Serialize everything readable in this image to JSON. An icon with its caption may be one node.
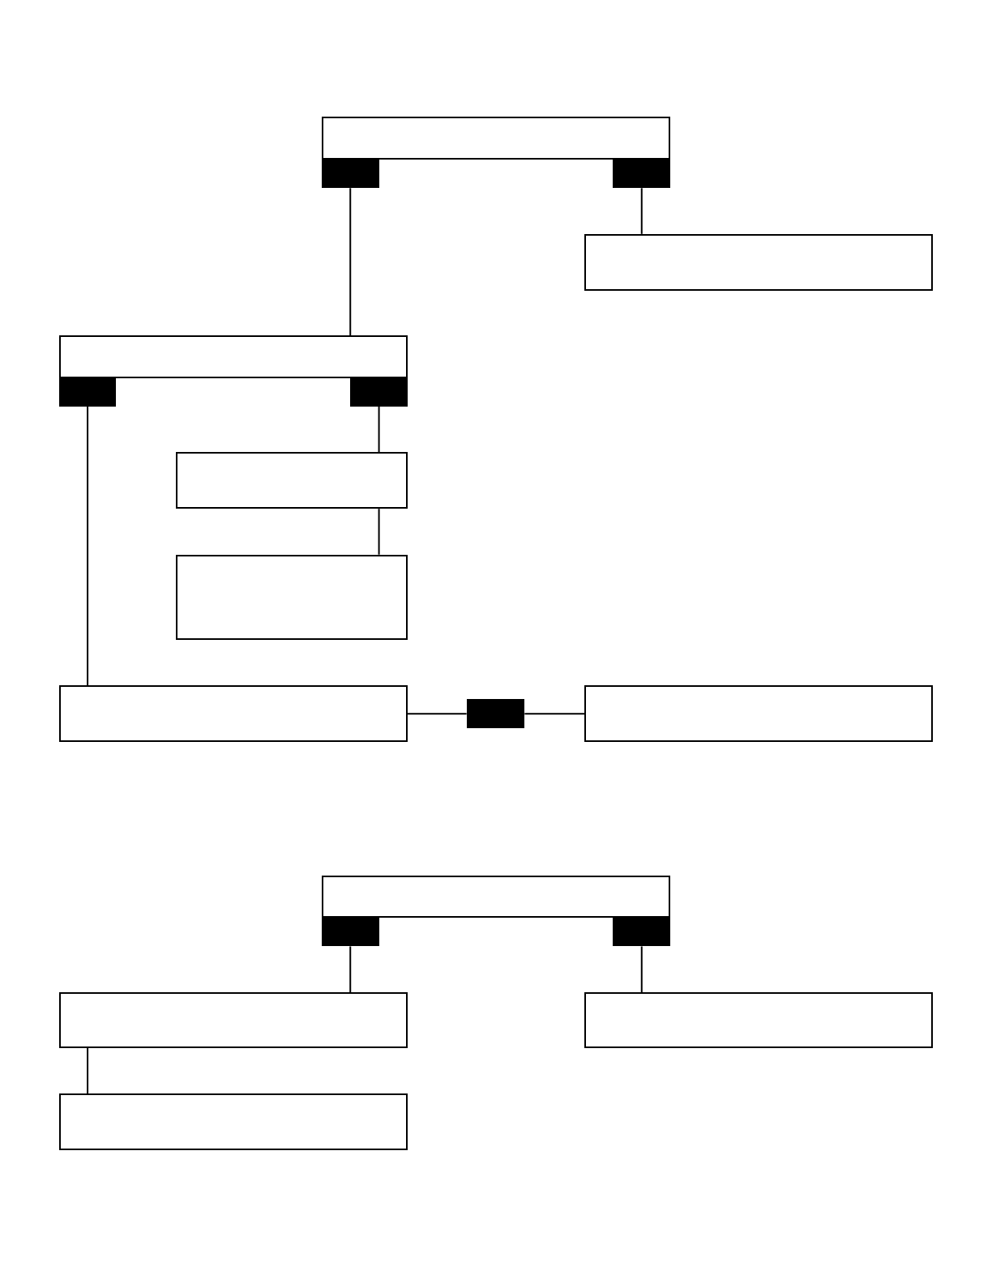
{
  "diagram": {
    "nodes": [
      {
        "text": [],
        "shape": "box"
      },
      {
        "text": [],
        "shape": "bar"
      },
      {
        "text": [],
        "shape": "bar"
      },
      {
        "text": [],
        "shape": "box"
      },
      {
        "text": [],
        "shape": "box"
      },
      {
        "text": [],
        "shape": "bar"
      },
      {
        "text": [],
        "shape": "bar"
      },
      {
        "text": [],
        "shape": "box"
      },
      {
        "text": [],
        "shape": "box"
      },
      {
        "text": [],
        "shape": "box"
      },
      {
        "text": [],
        "shape": "bar"
      },
      {
        "text": [],
        "shape": "box"
      },
      {
        "text": [],
        "shape": "box"
      },
      {
        "text": [],
        "shape": "bar"
      },
      {
        "text": [],
        "shape": "bar"
      },
      {
        "text": [],
        "shape": "box"
      },
      {
        "text": [],
        "shape": "box"
      },
      {
        "text": [],
        "shape": "box"
      }
    ],
    "edges": [
      {
        "from": 1,
        "to": 4,
        "arrow": "none"
      },
      {
        "from": 2,
        "to": 3,
        "arrow": "none"
      },
      {
        "from": 5,
        "to": 9,
        "arrow": "none"
      },
      {
        "from": 6,
        "to": 7,
        "arrow": "none"
      },
      {
        "from": 7,
        "to": 8,
        "arrow": "none"
      },
      {
        "from": 9,
        "to": 10,
        "arrow": "none"
      },
      {
        "from": 10,
        "to": 11,
        "arrow": "none"
      },
      {
        "from": 13,
        "to": 15,
        "arrow": "none"
      },
      {
        "from": 14,
        "to": 16,
        "arrow": "none"
      },
      {
        "from": 15,
        "to": 17,
        "arrow": "none"
      }
    ]
  }
}
